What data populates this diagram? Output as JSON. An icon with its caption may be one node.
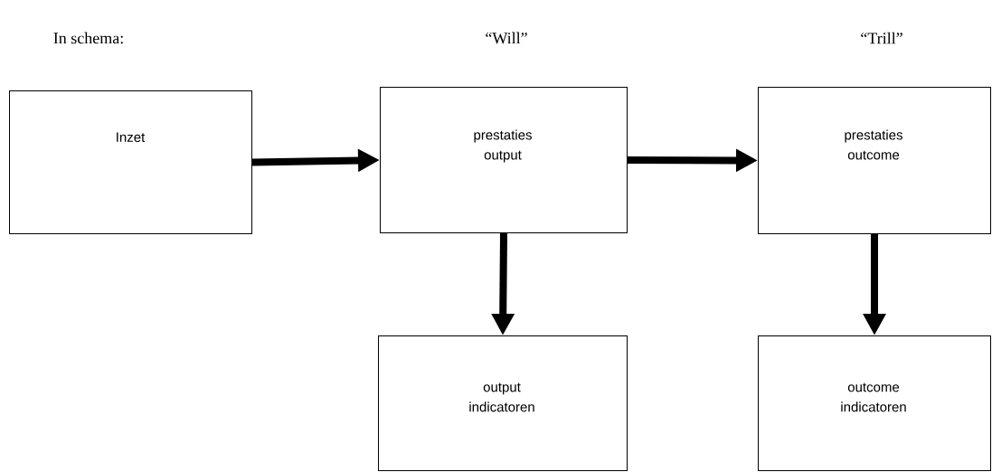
{
  "diagram": {
    "nodes": [
      {
        "text": [
          "Inzet"
        ]
      },
      {
        "text": [
          "prestaties output"
        ]
      },
      {
        "text": [
          "prestaties outcome"
        ]
      },
      {
        "text": [
          "output indicatoren"
        ]
      },
      {
        "text": [
          "outcome indicatoren"
        ]
      }
    ],
    "edges": [
      {
        "from": 0,
        "to": 1,
        "arrow": "to"
      },
      {
        "from": 1,
        "to": 2,
        "arrow": "to"
      },
      {
        "from": 1,
        "to": 3,
        "arrow": "to"
      },
      {
        "from": 2,
        "to": 4,
        "arrow": "to"
      }
    ],
    "labels": [
      "In schema:",
      "“Will”",
      "“Trill”"
    ]
  }
}
